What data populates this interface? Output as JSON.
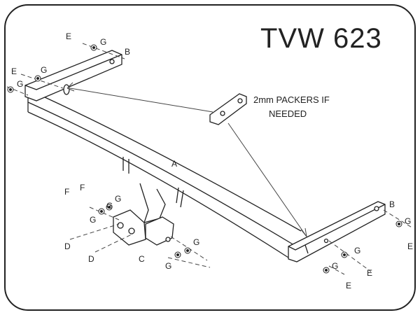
{
  "title": "TVW 623",
  "note": {
    "line1": "2mm PACKERS IF",
    "line2": "NEEDED"
  },
  "labels": {
    "A": "A",
    "B": "B",
    "C": "C",
    "D": "D",
    "E": "E",
    "F": "F",
    "G": "G"
  },
  "colors": {
    "line": "#222222",
    "background": "#ffffff"
  }
}
